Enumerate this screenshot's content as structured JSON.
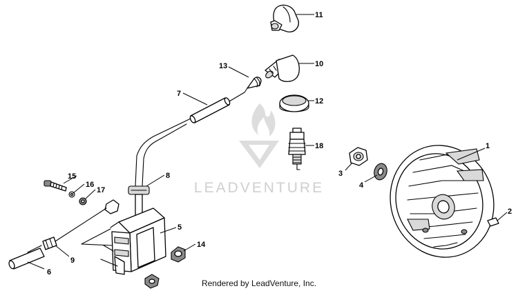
{
  "watermark": {
    "brand_text": "LEADVENTURE"
  },
  "caption": "Rendered by LeadVenture, Inc.",
  "callouts": [
    {
      "id": "1",
      "label": "1"
    },
    {
      "id": "2",
      "label": "2"
    },
    {
      "id": "3",
      "label": "3"
    },
    {
      "id": "4",
      "label": "4"
    },
    {
      "id": "5",
      "label": "5"
    },
    {
      "id": "6",
      "label": "6"
    },
    {
      "id": "7",
      "label": "7"
    },
    {
      "id": "8",
      "label": "8"
    },
    {
      "id": "9",
      "label": "9"
    },
    {
      "id": "10",
      "label": "10"
    },
    {
      "id": "11",
      "label": "11"
    },
    {
      "id": "12",
      "label": "12"
    },
    {
      "id": "13",
      "label": "13"
    },
    {
      "id": "14",
      "label": "14"
    },
    {
      "id": "15",
      "label": "15"
    },
    {
      "id": "16",
      "label": "16"
    },
    {
      "id": "17",
      "label": "17"
    },
    {
      "id": "18",
      "label": "18"
    }
  ]
}
